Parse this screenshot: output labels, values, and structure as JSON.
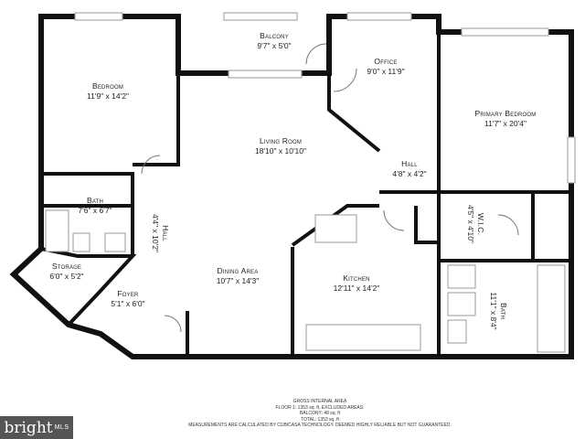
{
  "rooms": [
    {
      "name": "Bedroom",
      "dims": "11'9\" x 14'2\""
    },
    {
      "name": "Balcony",
      "dims": "9'7\" x 5'0\""
    },
    {
      "name": "Office",
      "dims": "9'0\" x 11'9\""
    },
    {
      "name": "Primary Bedroom",
      "dims": "11'7\" x 20'4\""
    },
    {
      "name": "Living Room",
      "dims": "18'10\" x 10'10\""
    },
    {
      "name": "Hall",
      "dims": "4'8\" x 4'2\""
    },
    {
      "name": "Bath",
      "dims": "7'6\" x 6'7\""
    },
    {
      "name": "Hall",
      "dims": "4'4\" x 10'2\""
    },
    {
      "name": "W.I.C.",
      "dims": "4'5\" x 4'10\""
    },
    {
      "name": "Storage",
      "dims": "6'0\" x 5'2\""
    },
    {
      "name": "Dining Area",
      "dims": "10'7\" x 14'3\""
    },
    {
      "name": "Kitchen",
      "dims": "12'11\" x 14'2\""
    },
    {
      "name": "Foyer",
      "dims": "5'1\" x 6'0\""
    },
    {
      "name": "Bath",
      "dims": "11'1\" x 8'4\""
    }
  ],
  "footer": {
    "line1": "GROSS INTERNAL AREA",
    "line2": "FLOOR 1: 1353 sq. ft, EXCLUDED AREAS:",
    "line3": "BALCONY: 48 sq. ft",
    "line4": "TOTAL: 1353 sq. ft",
    "line5": "MEASUREMENTS ARE CALCULATED BY CUBICASA TECHNOLOGY. DEEMED HIGHLY RELIABLE BUT NOT GUARANTEED."
  },
  "logo": {
    "brand": "bright",
    "suffix": "MLS"
  }
}
